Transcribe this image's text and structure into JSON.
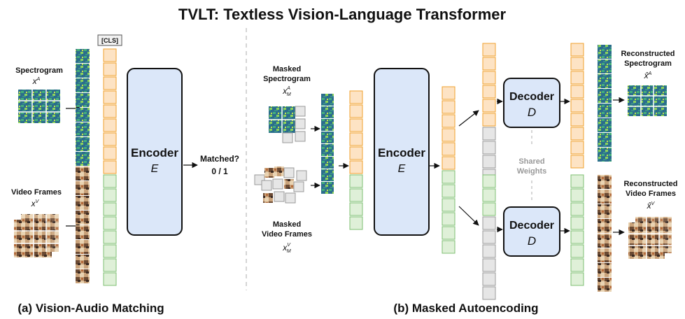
{
  "title": "TVLT: Textless Vision-Language Transformer",
  "left_panel": {
    "caption": "(a) Vision-Audio Matching",
    "cls_label": "[CLS]",
    "spectrogram_label": "Spectrogram",
    "spectrogram_symbol": "x",
    "spectrogram_sup": "A",
    "video_label": "Video Frames",
    "video_symbol": "x",
    "video_sup": "V",
    "encoder_label": "Encoder",
    "encoder_symbol": "E",
    "output_line1": "Matched?",
    "output_line2": "0 / 1"
  },
  "right_panel": {
    "caption": "(b) Masked Autoencoding",
    "masked_spec_line1": "Masked",
    "masked_spec_line2": "Spectrogram",
    "masked_spec_symbol": "x",
    "masked_spec_sub": "M",
    "masked_spec_sup": "A",
    "masked_video_line1": "Masked",
    "masked_video_line2": "Video Frames",
    "masked_video_symbol": "x",
    "masked_video_sub": "M",
    "masked_video_sup": "V",
    "encoder_label": "Encoder",
    "encoder_symbol": "E",
    "decoder_label": "Decoder",
    "decoder_symbol": "D",
    "shared_line1": "Shared",
    "shared_line2": "Weights",
    "recon_spec_line1": "Reconstructed",
    "recon_spec_line2": "Spectrogram",
    "recon_spec_symbol": "x̂",
    "recon_spec_sup": "A",
    "recon_video_line1": "Reconstructed",
    "recon_video_line2": "Video Frames",
    "recon_video_symbol": "x̂",
    "recon_video_sup": "V"
  },
  "colors": {
    "audio_token_fill": "#fde3c4",
    "audio_token_stroke": "#f0a22e",
    "video_token_fill": "#dff0d8",
    "video_token_stroke": "#7fbf73",
    "masked_token_fill": "#e6e6e6",
    "masked_token_stroke": "#9a9a9a",
    "encoder_fill": "#dbe7f9",
    "divider": "#bbbbbb",
    "shared_text": "#999999"
  }
}
